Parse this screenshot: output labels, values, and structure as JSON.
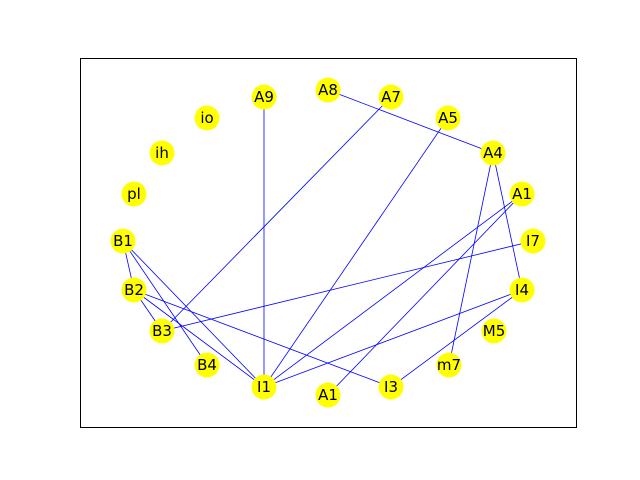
{
  "graph": {
    "node_color": "#ffff00",
    "edge_color": "#0000ff",
    "frame_color": "#000000",
    "nodes": [
      {
        "id": "A9",
        "label": "A9"
      },
      {
        "id": "A8",
        "label": "A8"
      },
      {
        "id": "A7",
        "label": "A7"
      },
      {
        "id": "A5",
        "label": "A5"
      },
      {
        "id": "A4",
        "label": "A4"
      },
      {
        "id": "A1_top",
        "label": "A1"
      },
      {
        "id": "I7",
        "label": "I7"
      },
      {
        "id": "I4",
        "label": "I4"
      },
      {
        "id": "M5",
        "label": "M5"
      },
      {
        "id": "m7",
        "label": "m7"
      },
      {
        "id": "I3",
        "label": "I3"
      },
      {
        "id": "A1_bottom",
        "label": "A1"
      },
      {
        "id": "I1",
        "label": "I1"
      },
      {
        "id": "B4",
        "label": "B4"
      },
      {
        "id": "B3",
        "label": "B3"
      },
      {
        "id": "B2",
        "label": "B2"
      },
      {
        "id": "B1",
        "label": "B1"
      },
      {
        "id": "pl",
        "label": "pl"
      },
      {
        "id": "ih",
        "label": "ih"
      },
      {
        "id": "io",
        "label": "io"
      }
    ],
    "edges": [
      [
        "A8",
        "A4"
      ],
      [
        "A7",
        "B3"
      ],
      [
        "A9",
        "I1"
      ],
      [
        "A5",
        "I1"
      ],
      [
        "A4",
        "I4"
      ],
      [
        "A4",
        "m7"
      ],
      [
        "A1_top",
        "I1"
      ],
      [
        "A1_top",
        "A1_bottom"
      ],
      [
        "I7",
        "B3"
      ],
      [
        "I4",
        "I1"
      ],
      [
        "I4",
        "I3"
      ],
      [
        "B1",
        "B2"
      ],
      [
        "B1",
        "B4"
      ],
      [
        "B1",
        "I1"
      ],
      [
        "B2",
        "B3"
      ],
      [
        "B2",
        "I3"
      ],
      [
        "B2",
        "I1"
      ]
    ]
  }
}
